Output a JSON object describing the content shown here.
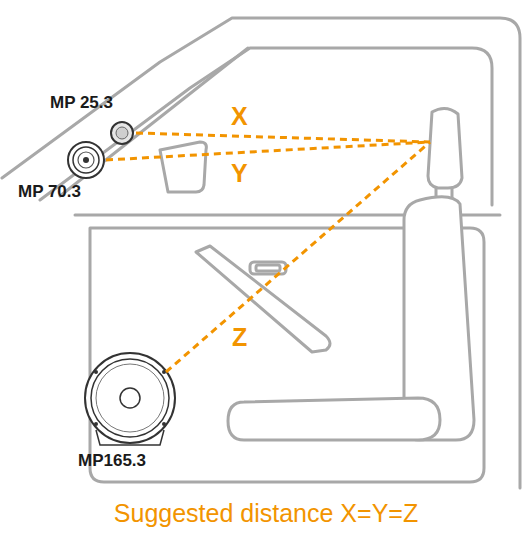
{
  "diagram": {
    "caption": "Suggested distance X=Y=Z",
    "labels": [
      "MP 25.3",
      "MP 70.3",
      "MP165.3",
      "X",
      "Y",
      "Z"
    ]
  }
}
